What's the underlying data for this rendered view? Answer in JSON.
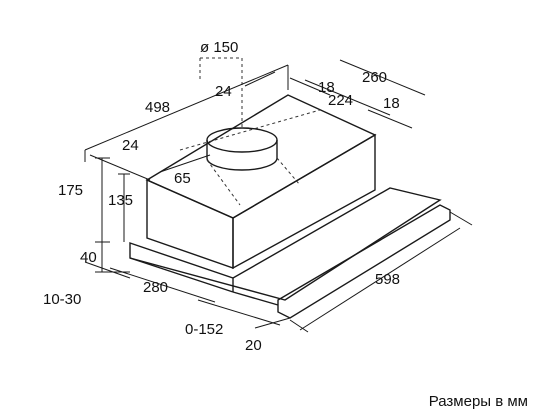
{
  "dimensions": {
    "duct_diameter": "ø 150",
    "overall_depth": "498",
    "depth_offset_top": "24",
    "body_width": "260",
    "rear_offset": "18",
    "body_inner_width": "224",
    "side_offset": "18",
    "front_offset": "24",
    "duct_offset": "65",
    "overall_height": "175",
    "body_height": "135",
    "panel_height": "40",
    "panel_gap": "10-30",
    "panel_depth": "280",
    "extension": "0-152",
    "front_panel_thickness": "20",
    "overall_width": "598"
  },
  "caption": "Размеры в мм",
  "colors": {
    "line": "#1a1a1a",
    "dashed": "#333333",
    "text": "#111111",
    "background": "#ffffff"
  }
}
